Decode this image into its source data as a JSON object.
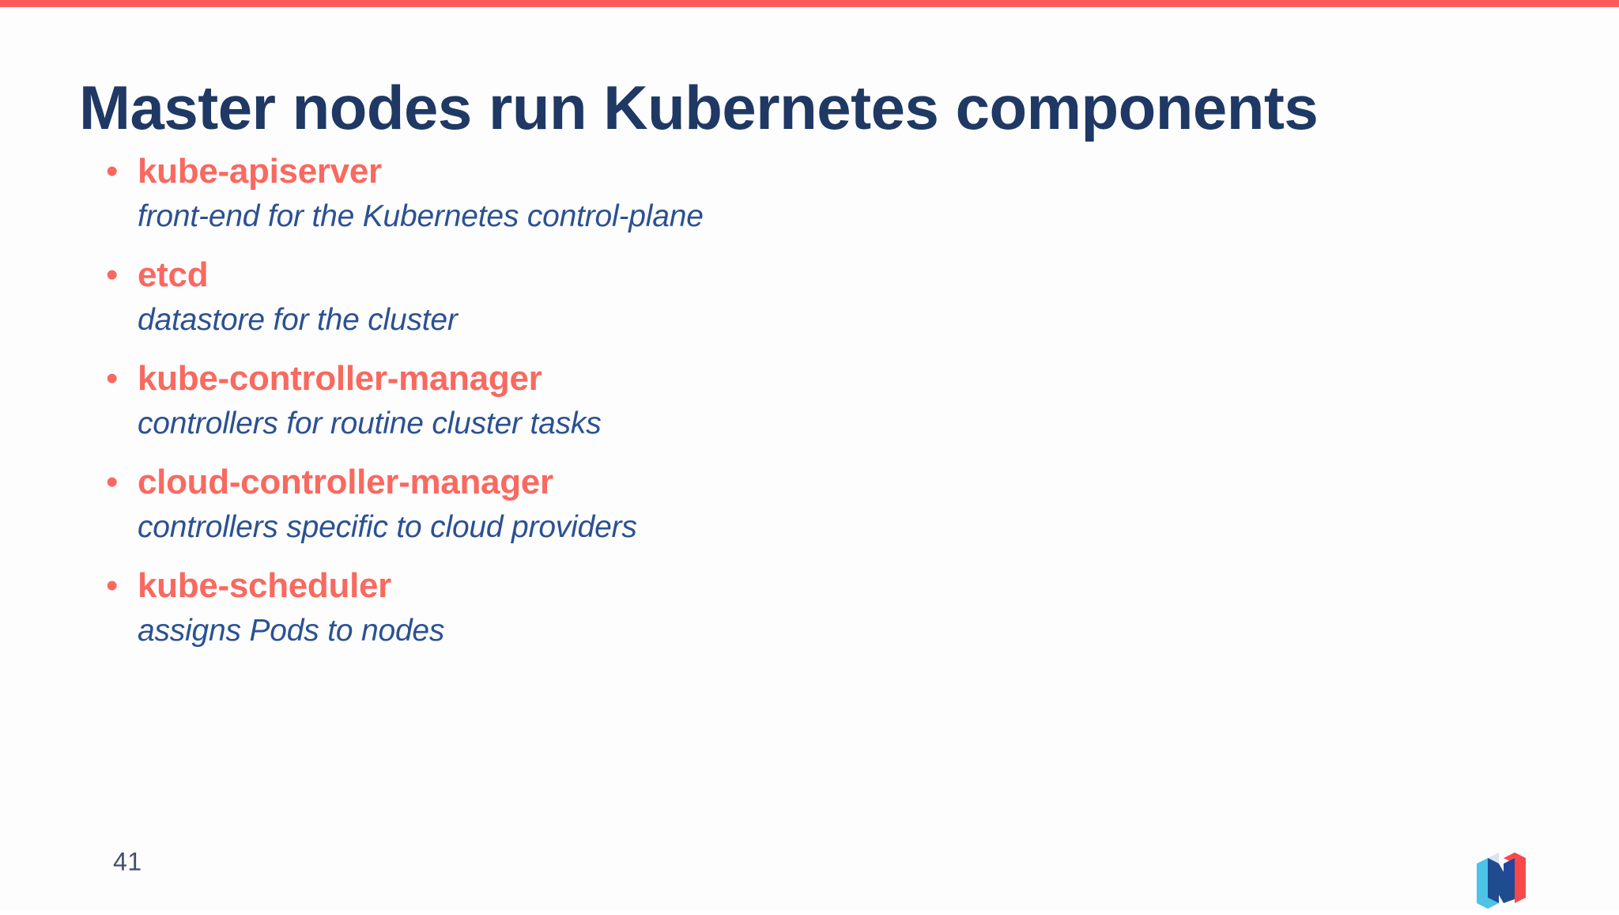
{
  "slide": {
    "title": "Master nodes run Kubernetes components",
    "page_number": "41",
    "accent_bar_color": "#fc5a5a",
    "title_color": "#1f3864",
    "term_color": "#f9695f",
    "description_color": "#2b5192",
    "background_color": "#fdfdfe",
    "bullet_glyph": "•"
  },
  "components": [
    {
      "term": "kube-apiserver",
      "description": "front-end for the Kubernetes control-plane"
    },
    {
      "term": "etcd",
      "description": "datastore for the cluster"
    },
    {
      "term": "kube-controller-manager",
      "description": "controllers for routine cluster tasks"
    },
    {
      "term": "cloud-controller-manager",
      "description": "controllers specific to cloud providers"
    },
    {
      "term": "kube-scheduler",
      "description": "assigns Pods to nodes"
    }
  ],
  "logo": {
    "name": "brand-logo-n",
    "colors": {
      "light_blue": "#4cc3e8",
      "navy": "#1f4c8f",
      "red": "#f8484a",
      "pale": "#dbe3ec"
    }
  }
}
